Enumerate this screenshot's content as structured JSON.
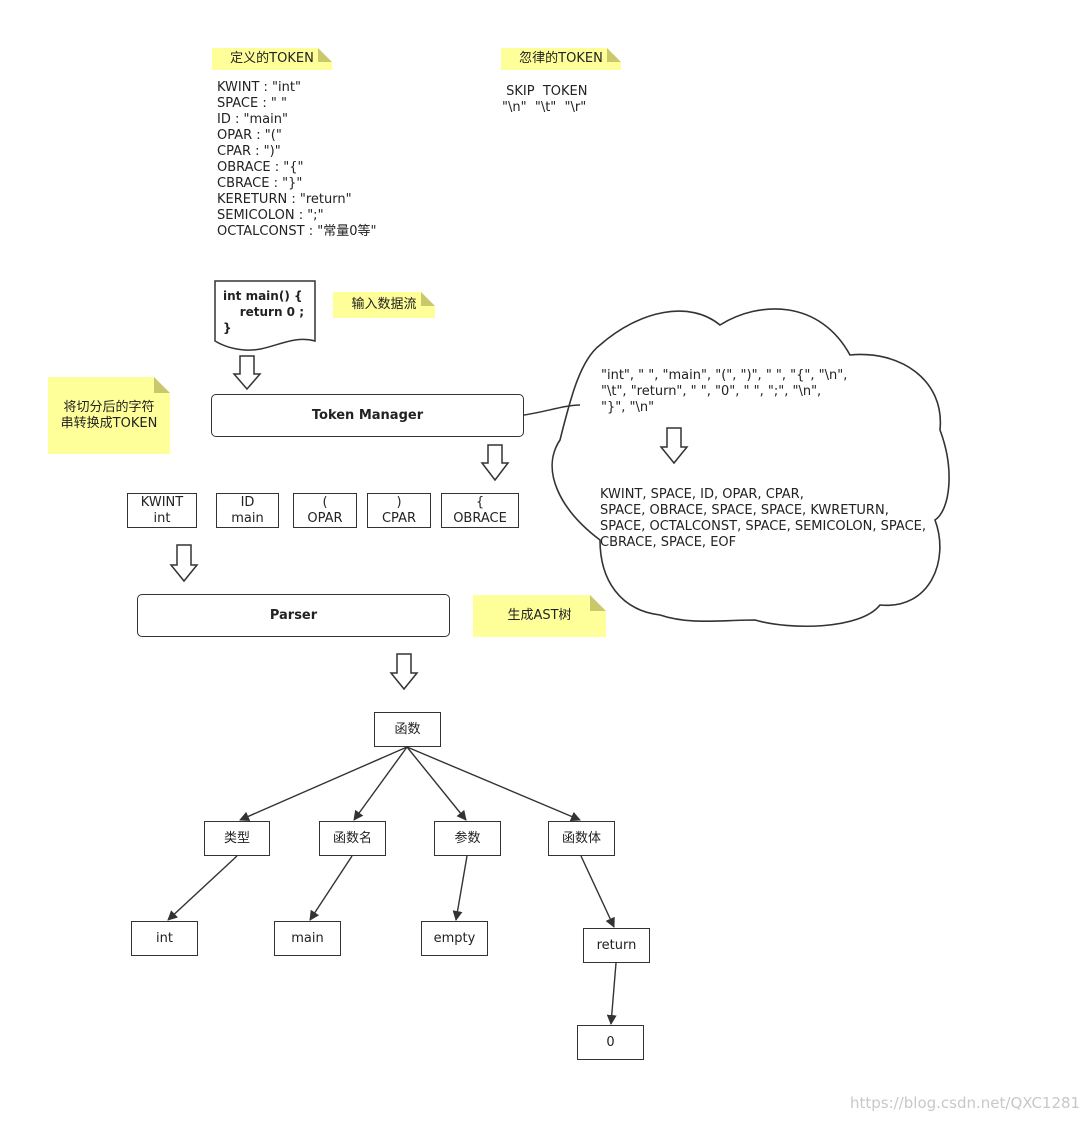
{
  "notes": {
    "defined_tokens": "定义的TOKEN",
    "ignored_tokens": "忽律的TOKEN",
    "input_stream": "输入数据流",
    "split_note": "将切分后的字符\n串转换成TOKEN",
    "ast_note": "生成AST树"
  },
  "defined_token_list": [
    "KWINT : \"int\"",
    "SPACE : \" \"",
    "ID : \"main\"",
    "OPAR : \"(\"",
    "CPAR : \")\"",
    "OBRACE : \"{\"",
    "CBRACE : \"}\"",
    "KERETURN : \"return\"",
    "SEMICOLON : \";\"",
    "OCTALCONST : \"常量0等\""
  ],
  "skip_tokens": {
    "title": " SKIP  TOKEN",
    "values": "\"\\n\"  \"\\t\"  \"\\r\""
  },
  "source_code": "int main() {\n    return 0 ;\n}",
  "token_manager": "Token Manager",
  "parser": "Parser",
  "tokens": [
    {
      "type": "KWINT",
      "value": "int"
    },
    {
      "type": "ID",
      "value": "main"
    },
    {
      "type": "OPAR",
      "value": "("
    },
    {
      "type": "CPAR",
      "value": ")"
    },
    {
      "type": "OBRACE",
      "value": "{"
    }
  ],
  "cloud": {
    "split_strings": "\"int\", \" \", \"main\", \"(\", \")\", \" \", \"{\", \"\\n\",\n\"\\t\", \"return\", \" \", \"0\", \" \", \";\", \"\\n\",\n\"}\", \"\\n\"",
    "token_stream": "KWINT, SPACE, ID, OPAR, CPAR,\nSPACE, OBRACE, SPACE, SPACE, KWRETURN,\nSPACE, OCTALCONST, SPACE, SEMICOLON, SPACE,\nCBRACE, SPACE, EOF"
  },
  "ast": {
    "root": "函数",
    "type": "类型",
    "name": "函数名",
    "params": "参数",
    "body": "函数体",
    "type_value": "int",
    "name_value": "main",
    "params_value": "empty",
    "return": "return",
    "return_value": "0"
  },
  "watermark": "https://blog.csdn.net/QXC1281"
}
